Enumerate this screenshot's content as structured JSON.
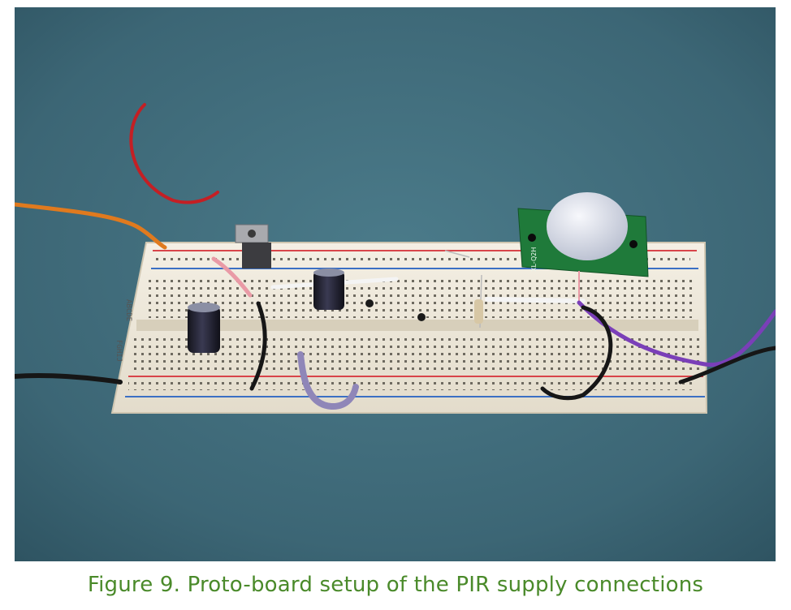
{
  "figure": {
    "caption": "Figure 9. Proto-board setup of the PIR supply connections",
    "caption_color": "#4a8a2a"
  },
  "photo": {
    "background_color": "#3f6b7a",
    "breadboard_color": "#efe9dc",
    "pcb_color": "#1f7a3a",
    "pir_dome_color": "#e6e9f2",
    "pcb_silkscreen": "XL-Q2H",
    "breadboard_row_letters": "ABCDE FGHIJ",
    "wire_colors": {
      "orange": "#e07a1e",
      "red": "#c41f24",
      "black": "#161616",
      "purple": "#7a3fb8",
      "lavender": "#8f86b8",
      "pink": "#e99aa6",
      "white": "#f4f4f4"
    },
    "component_icons": [
      "breadboard-icon",
      "pir-sensor-icon",
      "voltage-regulator-icon",
      "capacitor-icon",
      "resistor-icon",
      "transistor-icon",
      "wire-icon"
    ]
  }
}
